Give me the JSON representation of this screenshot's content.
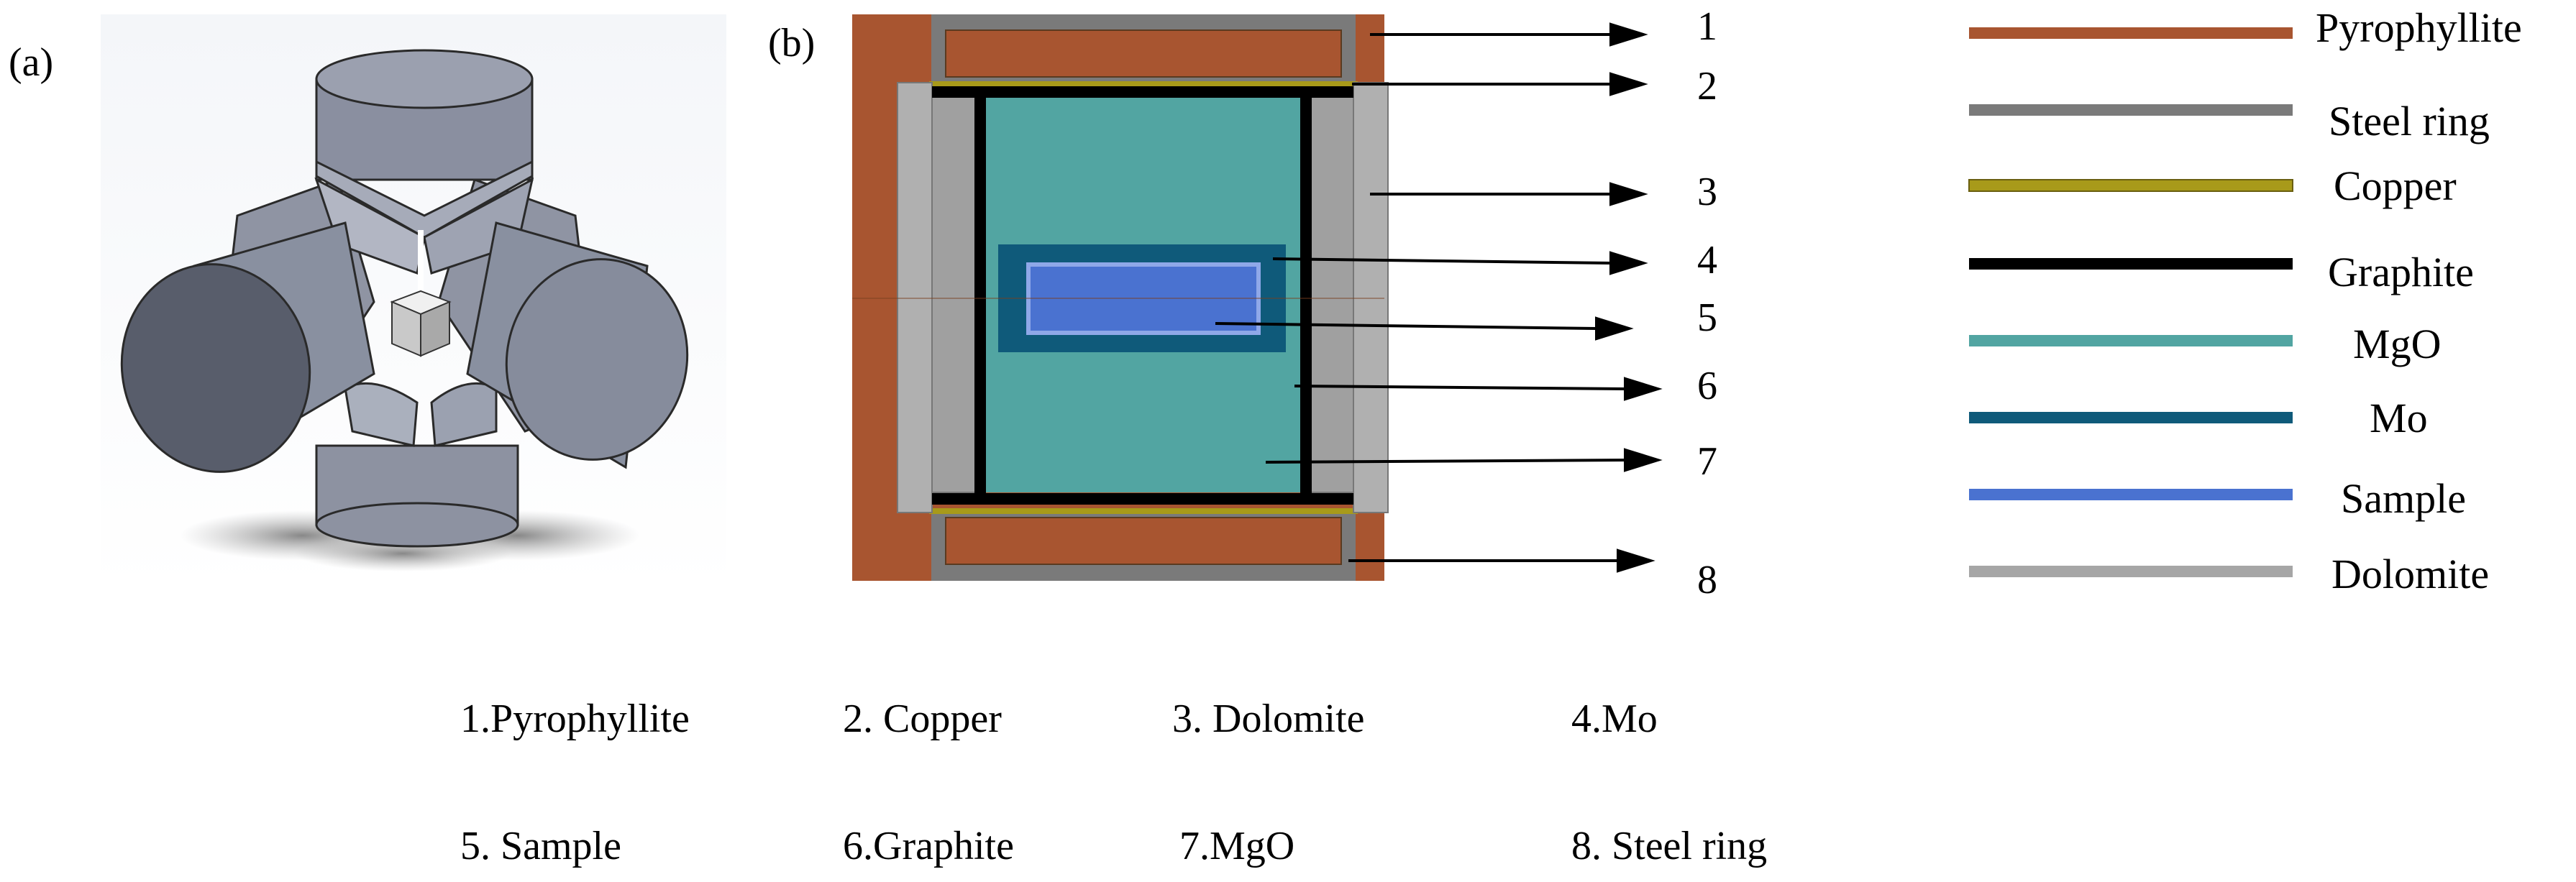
{
  "panels": {
    "a": "(a)",
    "b": "(b)"
  },
  "callout_numbers": [
    "1",
    "2",
    "3",
    "4",
    "5",
    "6",
    "7",
    "8"
  ],
  "legend": [
    {
      "label": "Pyrophyllite",
      "color": "#a85530"
    },
    {
      "label": "Steel ring",
      "color": "#7a7a7a"
    },
    {
      "label": "Copper",
      "color": "#a89a1a"
    },
    {
      "label": "Graphite",
      "color": "#000000"
    },
    {
      "label": "MgO",
      "color": "#52a5a2"
    },
    {
      "label": "Mo",
      "color": "#0f5a7a"
    },
    {
      "label": "Sample",
      "color": "#4a72d0"
    },
    {
      "label": "Dolomite",
      "color": "#a6a6a6"
    }
  ],
  "captions": [
    "1.Pyrophyllite",
    "2. Copper",
    "3. Dolomite",
    "4.Mo",
    "5. Sample",
    "6.Graphite",
    "7.MgO",
    "8. Steel ring"
  ]
}
